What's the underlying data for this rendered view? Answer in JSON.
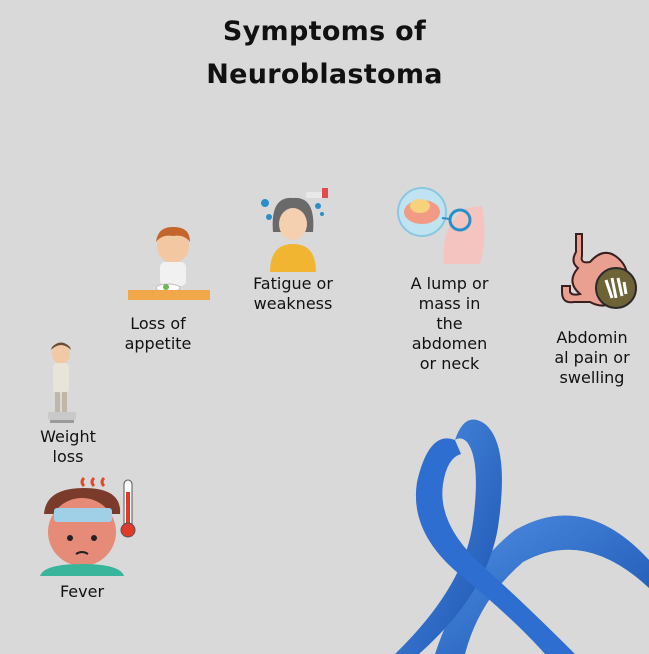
{
  "title_line1": "Symptoms of",
  "title_line2": "Neuroblastoma",
  "symptoms": [
    {
      "line1": "Weight",
      "line2": "loss"
    },
    {
      "line1": "Loss of",
      "line2": "appetite"
    },
    {
      "line1": "Fatigue or",
      "line2": "weakness"
    },
    {
      "line1": "A lump or",
      "line2": "mass in",
      "line3": "the",
      "line4": "abdomen",
      "line5": "or neck"
    },
    {
      "line1": "Abdomin",
      "line2": "al pain or",
      "line3": "swelling"
    },
    {
      "line1": "Fever"
    }
  ],
  "colors": {
    "background": "#d9d9d9",
    "ribbon": "#2a6fd1",
    "ribbon_dark": "#1a4fa8"
  },
  "icons": [
    "weight-loss-boy-icon",
    "eating-boy-icon",
    "tired-girl-icon",
    "lump-magnifier-icon",
    "stomach-icon",
    "fever-boy-icon",
    "cancer-ribbon-icon"
  ]
}
